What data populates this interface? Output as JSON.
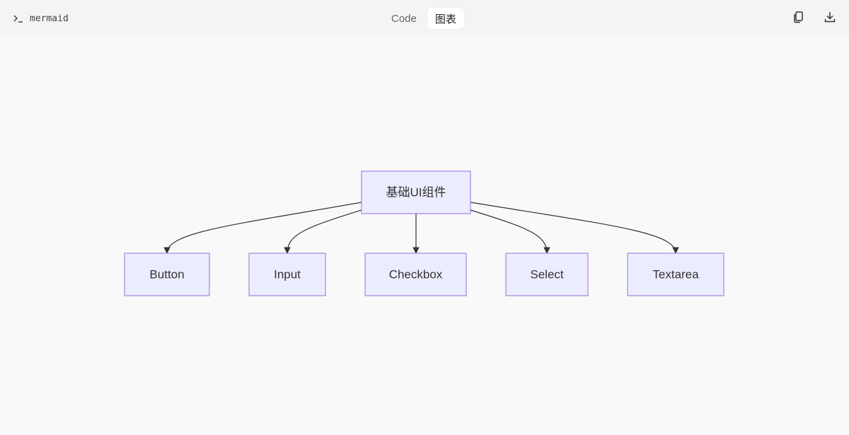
{
  "header": {
    "language_label": "mermaid",
    "prompt_icon": "terminal-prompt-icon",
    "tabs": [
      {
        "label": "Code",
        "active": false
      },
      {
        "label": "图表",
        "active": true
      }
    ],
    "actions": [
      {
        "name": "copy",
        "icon": "copy-icon"
      },
      {
        "name": "download",
        "icon": "download-icon"
      }
    ]
  },
  "diagram": {
    "type": "flowchart",
    "direction": "TD",
    "colors": {
      "node_fill": "#ececff",
      "node_stroke": "#9370db",
      "edge": "#333333",
      "text": "#333333"
    },
    "root": {
      "label": "基础UI组件"
    },
    "children": [
      {
        "label": "Button"
      },
      {
        "label": "Input"
      },
      {
        "label": "Checkbox"
      },
      {
        "label": "Select"
      },
      {
        "label": "Textarea"
      }
    ],
    "edges": [
      {
        "from": "root",
        "to": 0
      },
      {
        "from": "root",
        "to": 1
      },
      {
        "from": "root",
        "to": 2
      },
      {
        "from": "root",
        "to": 3
      },
      {
        "from": "root",
        "to": 4
      }
    ]
  }
}
